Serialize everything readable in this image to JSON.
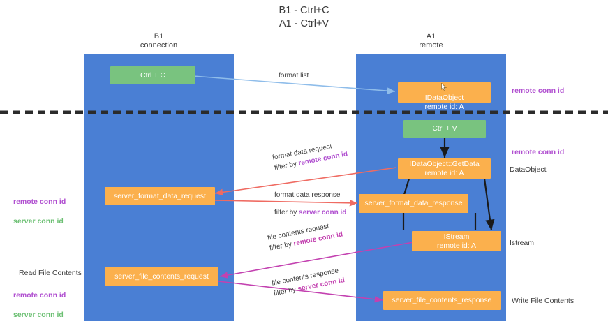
{
  "title": "B1 - Ctrl+C\nA1 - Ctrl+V",
  "columns": [
    {
      "name": "b1",
      "heading": "B1\nconnection"
    },
    {
      "name": "a1",
      "heading": "A1\nremote"
    }
  ],
  "nodes": {
    "ctrl_c": {
      "label": "Ctrl + C",
      "color": "#79c37f"
    },
    "idataobject": {
      "label": "IDataObject\nremote id: A",
      "color": "#fbb04d",
      "icon": "mouse-cursor-icon"
    },
    "ctrl_v": {
      "label": "Ctrl + V",
      "color": "#79c37f"
    },
    "getdata": {
      "label": "IDataObject::GetData\nremote id: A",
      "color": "#fbb04d"
    },
    "server_format_data_request": {
      "label": "server_format_data_request",
      "color": "#fbb04d"
    },
    "server_format_data_response": {
      "label": "server_format_data_response",
      "color": "#fbb04d"
    },
    "istream": {
      "label": "IStream\nremote id: A",
      "color": "#fbb04d"
    },
    "server_file_contents_request": {
      "label": "server_file_contents_request",
      "color": "#fbb04d"
    },
    "server_file_contents_response": {
      "label": "server_file_contents_response",
      "color": "#fbb04d"
    }
  },
  "edges": {
    "format_list": {
      "label": "format list",
      "color": "#8fbdea"
    },
    "format_data_request": {
      "line1": "format data request",
      "line2_prefix": "filter by ",
      "line2_key": "remote conn id",
      "color": "#ef6b62"
    },
    "format_data_response": {
      "line1": "format data response",
      "line2_prefix": "filter by ",
      "line2_key": "server conn id",
      "color": "#ef6b62"
    },
    "file_contents_request": {
      "line1": "file contents request",
      "line2_prefix": "filter by ",
      "line2_key": "remote conn id",
      "color": "#c341b0"
    },
    "file_contents_response": {
      "line1": "file contents response",
      "line2_prefix": "filter by ",
      "line2_key": "server conn id",
      "color": "#c341b0"
    }
  },
  "side_labels": {
    "left_conn_ids": "remote conn id\nserver conn id",
    "left_read_file_contents": "Read File Contents",
    "left_conn_ids_2": "remote conn id\nserver conn id",
    "right_remote_conn_id_top": "remote conn id",
    "right_remote_conn_id_mid": "remote conn id",
    "right_dataobject": "DataObject",
    "right_istream": "Istream",
    "right_write_file_contents": "Write File Contents"
  },
  "divider": {
    "name": "dashed-divider",
    "color": "#2b2b2b"
  },
  "colors": {
    "lane": "#4a7fd4",
    "orange": "#fbb04d",
    "green": "#79c37f",
    "purple": "#b04fd0",
    "green_text": "#6bbf72",
    "red_arrow": "#ef6b62",
    "magenta_arrow": "#c341b0",
    "blue_arrow": "#8fbdea",
    "black_arrow": "#1a1a1a"
  }
}
